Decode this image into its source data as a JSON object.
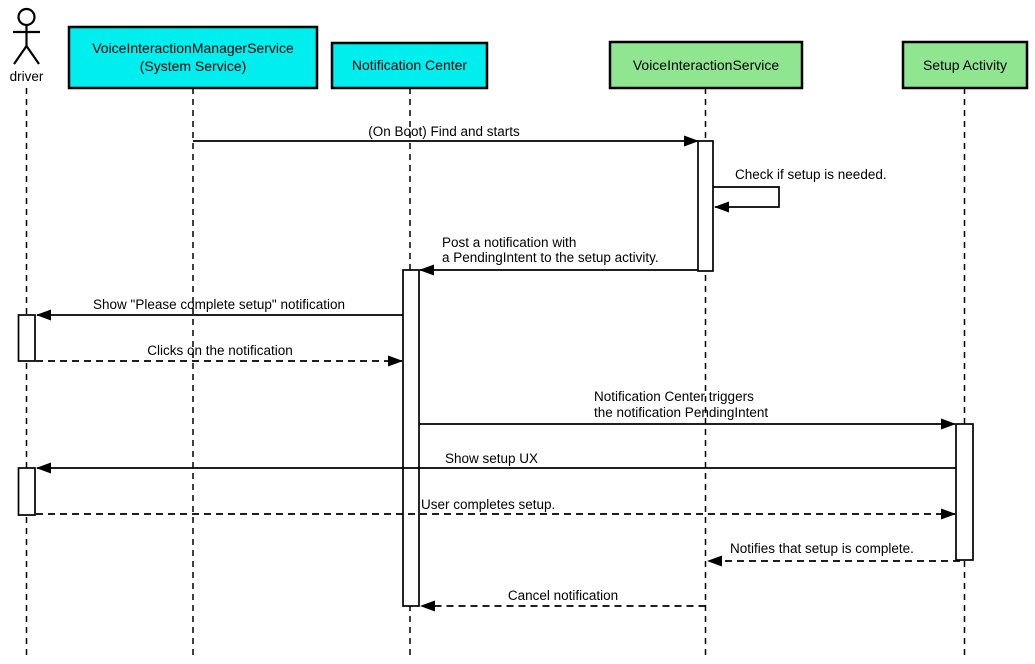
{
  "diagram": {
    "type": "uml-sequence-diagram",
    "colors": {
      "service_box_cyan": "#00EEEE",
      "service_box_green": "#90E690",
      "line": "#000000",
      "background": "#FFFFFF"
    },
    "participants": {
      "driver": {
        "label": "driver",
        "kind": "actor"
      },
      "manager_service": {
        "line1": "VoiceInteractionManagerService",
        "line2": "(System Service)",
        "fill": "#00EEEE",
        "kind": "box"
      },
      "notification_center": {
        "label": "Notification Center",
        "fill": "#00EEEE",
        "kind": "box"
      },
      "voice_interaction_service": {
        "label": "VoiceInteractionService",
        "fill": "#90E690",
        "kind": "box"
      },
      "setup_activity": {
        "label": "Setup Activity",
        "fill": "#90E690",
        "kind": "box"
      }
    },
    "messages": {
      "m1": {
        "text": "(On Boot) Find and starts",
        "from": "manager_service",
        "to": "voice_interaction_service",
        "style": "solid"
      },
      "m2": {
        "text": "Check if setup is needed.",
        "from": "voice_interaction_service",
        "to": "voice_interaction_service",
        "style": "solid-self"
      },
      "m3": {
        "line1": "Post a notification with",
        "line2": "a PendingIntent to the setup activity.",
        "from": "voice_interaction_service",
        "to": "notification_center",
        "style": "solid"
      },
      "m4": {
        "text": "Show \"Please complete setup\" notification",
        "from": "notification_center",
        "to": "driver",
        "style": "solid"
      },
      "m5": {
        "text": "Clicks on the notification",
        "from": "driver",
        "to": "notification_center",
        "style": "dashed"
      },
      "m6": {
        "line1": "Notification Center triggers",
        "line2": "the notification PendingIntent",
        "from": "notification_center",
        "to": "setup_activity",
        "style": "solid"
      },
      "m7": {
        "text": "Show setup UX",
        "from": "setup_activity",
        "to": "driver",
        "style": "solid"
      },
      "m8": {
        "text": "User completes setup.",
        "from": "driver",
        "to": "setup_activity",
        "style": "dashed"
      },
      "m9": {
        "text": "Notifies that setup is complete.",
        "from": "setup_activity",
        "to": "voice_interaction_service",
        "style": "dashed"
      },
      "m10": {
        "text": "Cancel notification",
        "from": "voice_interaction_service",
        "to": "notification_center",
        "style": "dashed"
      }
    }
  }
}
